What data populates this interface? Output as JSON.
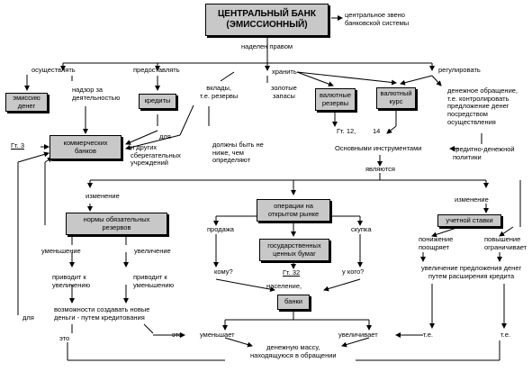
{
  "central_bank": "ЦЕНТРАЛЬНЫЙ БАНК\n(ЭМИССИОННЫЙ)",
  "central_link": "центральное звено\nбанковской системы",
  "endowed": "наделен правом",
  "implement": "осуществлять",
  "emission_box": "эмиссию\nденег",
  "supervision": "надзор за\nдеятельностью",
  "provide": "предоставлять",
  "credits_box": "кредиты",
  "for": "для",
  "and_other": "и других\nсберегательных\nучреждений",
  "deposits": "вклады,\nт.е. резервы",
  "store": "хранить",
  "gold": "золотые\nзапасы",
  "currency_reserves_box": "валютные\nрезервы",
  "exchange_rate_box": "валютный\nкурс",
  "regulate": "регулировать",
  "money_circulation": "денежное обращение,\nт.е. контролировать\nпредложение денег\nпосредством\nосуществления",
  "ref_gt3": "Гт. 3",
  "commercial_banks_box": "коммерческих\nбанков",
  "not_lower": "должны быть не\nниже, чем\nопределяют",
  "ref_gt12": "Гт. 12,",
  "ref_14": "14",
  "main_tools": "Основными инструментами",
  "credit_monetary": "кредитно-денежной\nполитики",
  "are": "являются",
  "change_left": "изменение",
  "reserve_norms_box": "нормы обязательных\nрезервов",
  "decrease": "уменьшение",
  "increase": "увеличение",
  "leads_increase": "приводит к\nувеличению",
  "leads_decrease": "приводит к\nуменьшению",
  "possibility": "возможности создавать новые\nденьги - путем кредитования",
  "for2": "для",
  "this_left": "это",
  "this_mid": "это",
  "open_market_box": "операции на\nоткрытом рынке",
  "sale": "продажа",
  "purchase": "скупка",
  "gov_securities_box": "государственных\nценных бумаг",
  "to_whom": "кому?",
  "from_whom": "у кого?",
  "ref_gt32": "Гт. 32",
  "population": "население,",
  "banks_box": "банки",
  "decreases": "уменьшает",
  "increases": "увеличивает",
  "money_supply": "денежную массу,\nнаходящуюся в обращении",
  "change_right": "изменение",
  "discount_rate_box": "учетной ставки",
  "decrease_encourages": "понижение\nпоощряет",
  "increase_limits": "повышение\nограничивает",
  "money_supply_increase": "увеличение предложения денег\nпутем расширения кредита",
  "ie1": "т.е.",
  "ie2": "т.е."
}
